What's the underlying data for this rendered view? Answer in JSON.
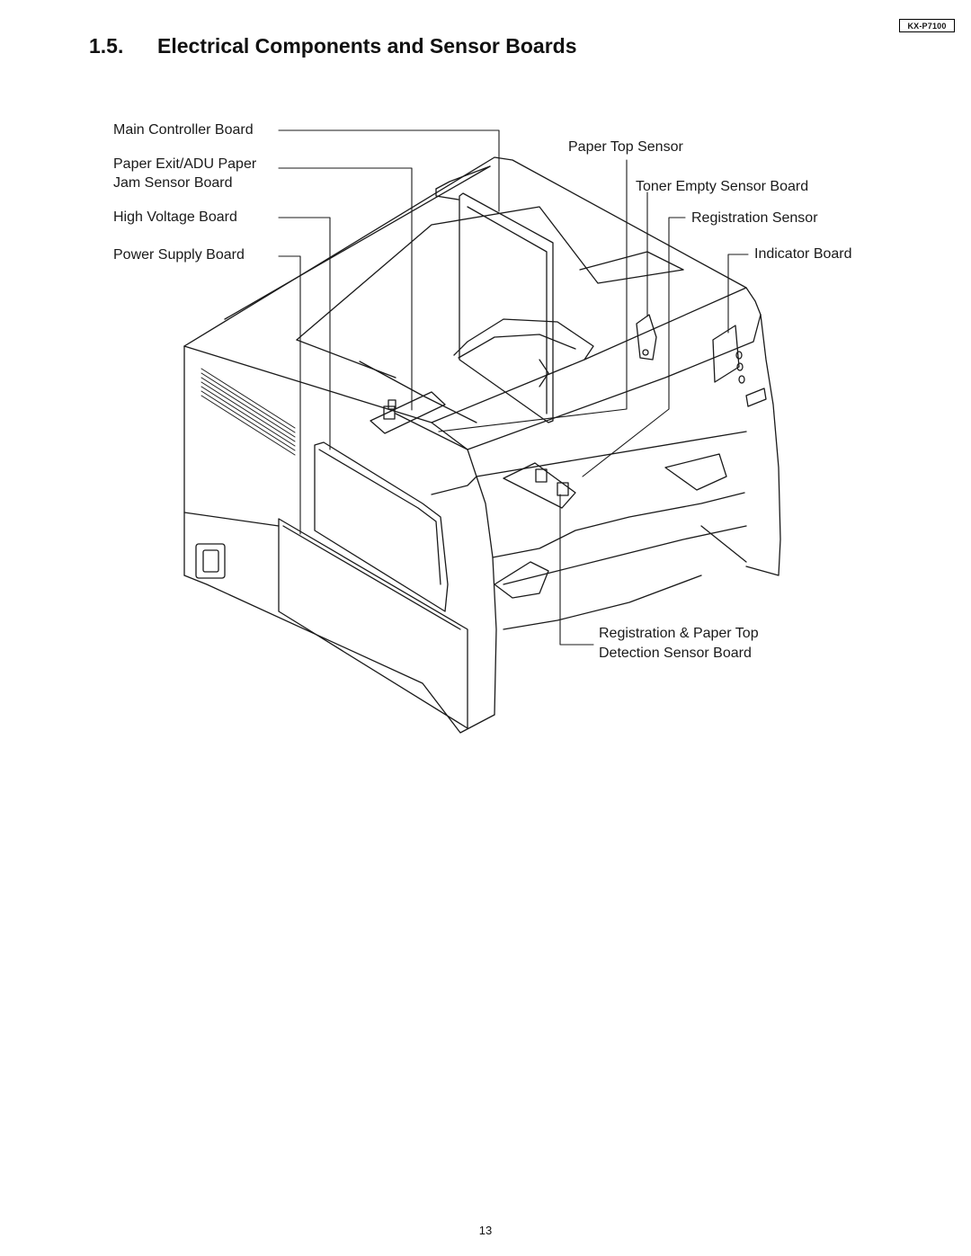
{
  "header": {
    "model_tag": "KX-P7100",
    "section_number": "1.5.",
    "section_title": "Electrical Components and Sensor Boards"
  },
  "diagram": {
    "labels": {
      "main_controller_board": "Main Controller Board",
      "paper_exit_adu_line1": "Paper Exit/ADU Paper",
      "paper_exit_adu_line2": "Jam Sensor Board",
      "high_voltage_board": "High Voltage Board",
      "power_supply_board": "Power Supply Board",
      "paper_top_sensor": "Paper Top Sensor",
      "toner_empty_sensor_board": "Toner Empty Sensor Board",
      "registration_sensor": "Registration Sensor",
      "indicator_board": "Indicator Board",
      "registration_paper_top_line1": "Registration & Paper Top",
      "registration_paper_top_line2": "Detection Sensor Board"
    }
  },
  "footer": {
    "page_number": "13"
  }
}
